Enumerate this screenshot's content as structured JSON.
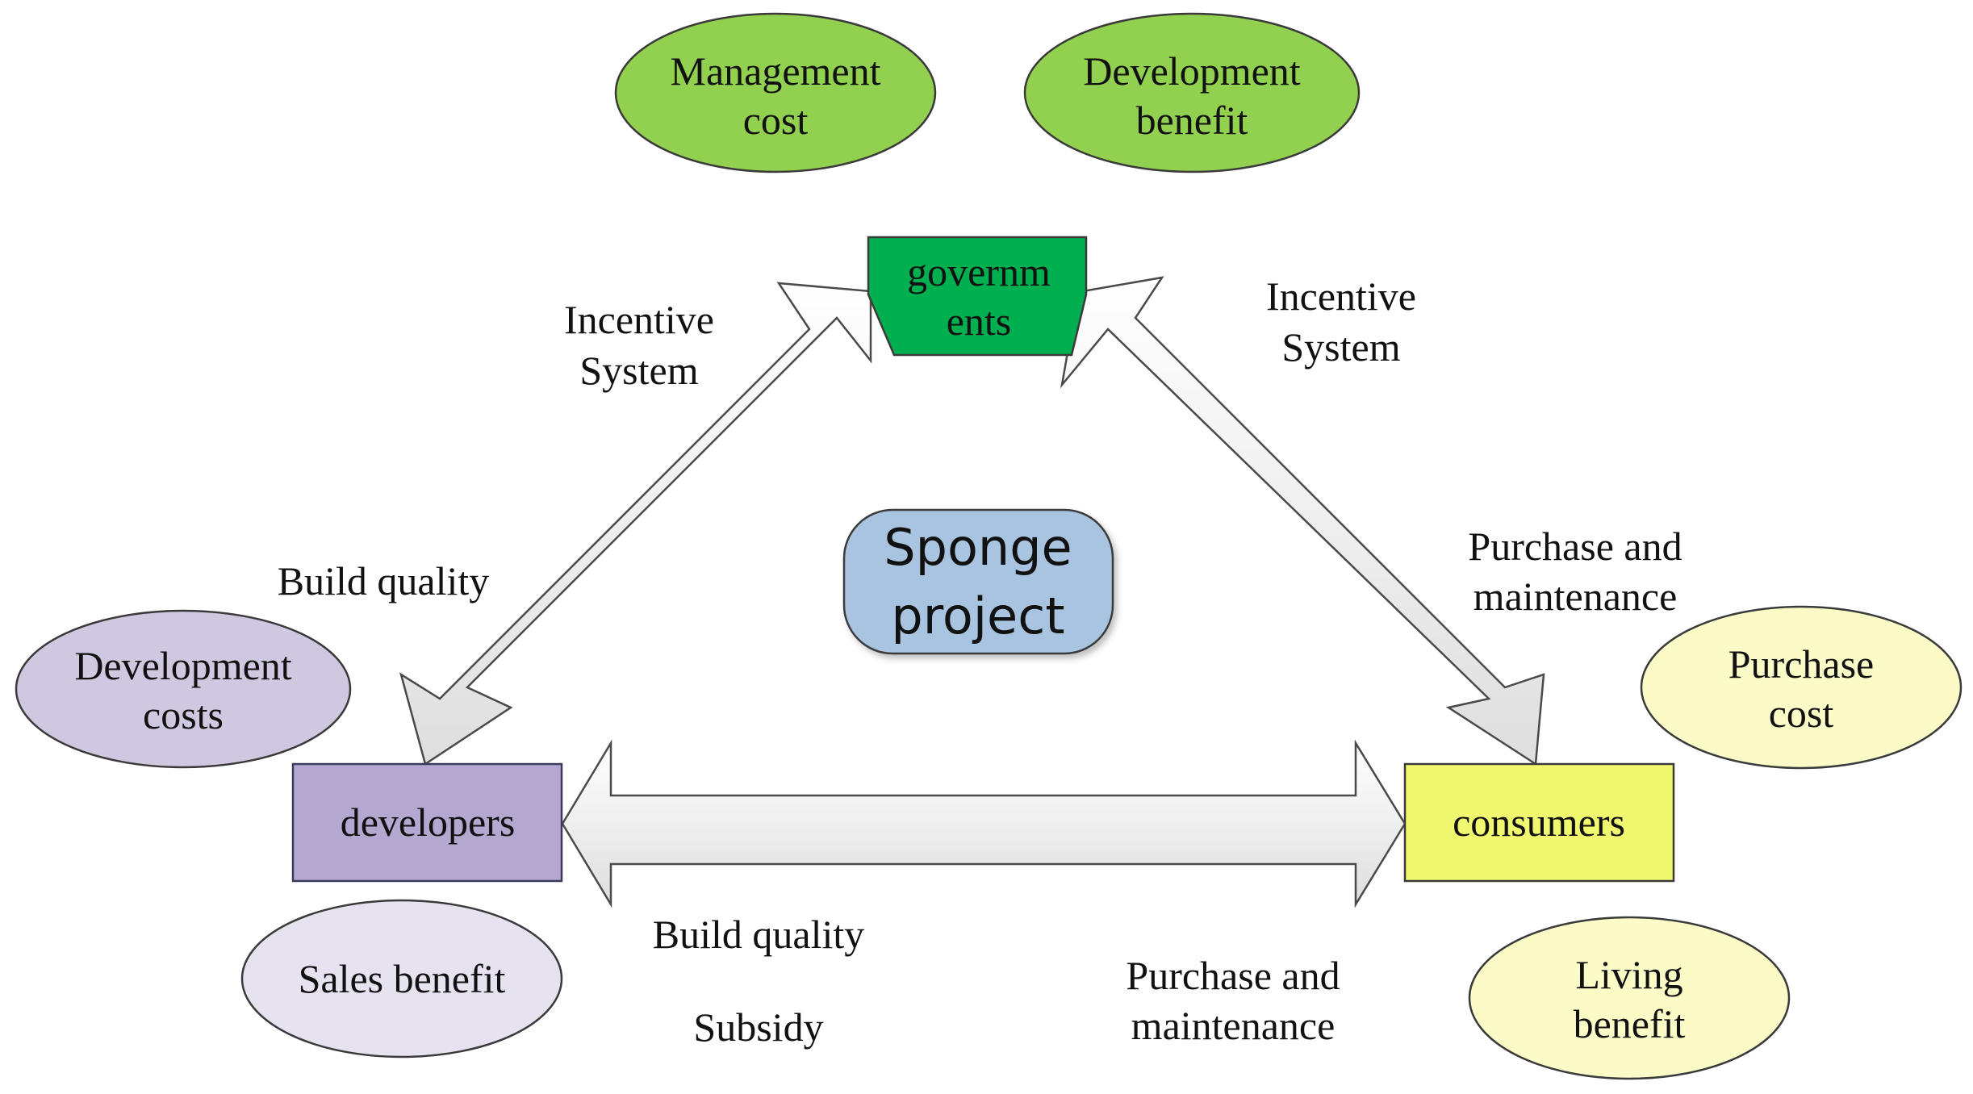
{
  "center": {
    "line1": "Sponge",
    "line2": "project"
  },
  "actors": {
    "governments": {
      "line1": "governm",
      "line2": "ents"
    },
    "developers": {
      "label": "developers"
    },
    "consumers": {
      "label": "consumers"
    }
  },
  "ellipses": {
    "management_cost": {
      "line1": "Management",
      "line2": "cost"
    },
    "development_benefit": {
      "line1": "Development",
      "line2": "benefit"
    },
    "development_costs": {
      "line1": "Development",
      "line2": "costs"
    },
    "sales_benefit": {
      "label": "Sales benefit"
    },
    "purchase_cost": {
      "line1": "Purchase",
      "line2": "cost"
    },
    "living_benefit": {
      "line1": "Living",
      "line2": "benefit"
    }
  },
  "arrow_labels": {
    "incentive_left": {
      "line1": "Incentive",
      "line2": "System"
    },
    "incentive_right": {
      "line1": "Incentive",
      "line2": "System"
    },
    "build_quality_left": "Build quality",
    "purchase_right": {
      "line1": "Purchase and",
      "line2": "maintenance"
    },
    "build_quality_bottom": "Build quality",
    "subsidy": "Subsidy",
    "purchase_bottom": {
      "line1": "Purchase and",
      "line2": "maintenance"
    }
  },
  "colors": {
    "green_ellipse": "#92d050",
    "governments_box": "#00b050",
    "developers_box": "#b4a7d0",
    "developers_ellipse": "#cfc8e0",
    "sales_ellipse": "#e6e2f0",
    "consumers_box": "#f0f870",
    "consumer_ellipse": "#fbfbc8",
    "center_box": "#a8c4e0",
    "arrow_fill": "#ececec"
  }
}
